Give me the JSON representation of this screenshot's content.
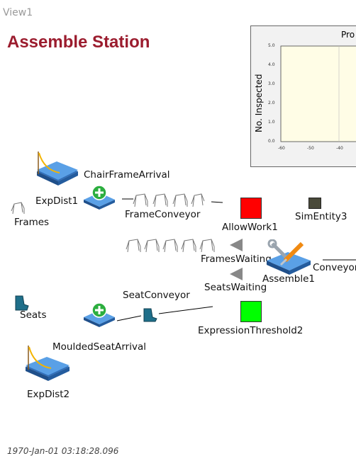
{
  "window": {
    "tab_label": "View1"
  },
  "title": "Assemble Station",
  "plot": {
    "title": "Pro",
    "ylabel": "No. Inspected",
    "yticks": [
      "5.0",
      "4.0",
      "3.0",
      "2.0",
      "1.0",
      "0.0"
    ],
    "xticks": [
      "-60",
      "-50",
      "-40"
    ]
  },
  "blocks": {
    "expdist1": "ExpDist1",
    "chair_frame_arrival": "ChairFrameArrival",
    "frames": "Frames",
    "frame_conveyor": "FrameConveyor",
    "allow_work1": "AllowWork1",
    "sim_entity3": "SimEntity3",
    "frames_waiting": "FramesWaiting",
    "seats_waiting": "SeatsWaiting",
    "assemble1": "Assemble1",
    "conveyor": "Conveyor",
    "seat_conveyor": "SeatConveyor",
    "seats": "Seats",
    "expression_threshold2": "ExpressionThreshold2",
    "moulded_seat_arrival": "MouldedSeatArrival",
    "expdist2": "ExpDist2"
  },
  "status": {
    "timestamp": "1970-Jan-01 03:18:28.096"
  },
  "colors": {
    "title": "#9b1c2e",
    "allow_work": "#ff0000",
    "expression_threshold": "#00ff00",
    "block_blue": "#4a8fd6",
    "plot_bg": "#fffde6"
  }
}
